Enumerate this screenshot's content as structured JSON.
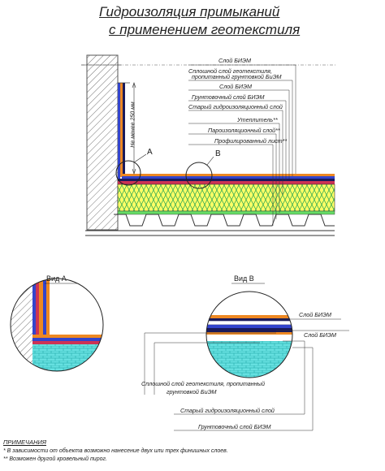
{
  "title": {
    "line1": "Гидроизоляция примыканий",
    "line2": "с применением геотекстиля"
  },
  "main_labels": [
    "Слой БИЭМ",
    "Сплошной слой геотекстиля,",
    "пропитанный грунтовкой БиЭМ",
    "Слой БИЭМ",
    "Грунтовочный слой БИЭМ",
    "Старый гидроизоляционный слой",
    "Утеплитель**",
    "Пароизоляционный слой**",
    "Профилированный лист**"
  ],
  "dimension_label": "Не менее 250 мм",
  "markers": {
    "a": "А",
    "b": "В"
  },
  "views": {
    "a": "Вид А",
    "b": "Вид В"
  },
  "view_b_labels": [
    "Слой БИЭМ",
    "Слой БИЭМ",
    "Сплошной слой геотекстиля, пропитанный",
    "грунтовкой БиЭМ",
    "Старый гидроизоляционный слой",
    "Грунтовочный слой БИЭМ"
  ],
  "notes": {
    "heading": "ПРИМЕЧАНИЯ",
    "items": [
      "* В зависимости от объекта возможно нанесение двух или трех финишных слоев.",
      "** Возможен другой кровельный пирог."
    ]
  },
  "colors": {
    "insulation": "#ffff66",
    "insulation_hatch": "#33cc66",
    "brick": "#55dddd",
    "blue_layer": "#3344cc",
    "orange_layer": "#ee8822",
    "dark_layer": "#1a1a5a"
  }
}
